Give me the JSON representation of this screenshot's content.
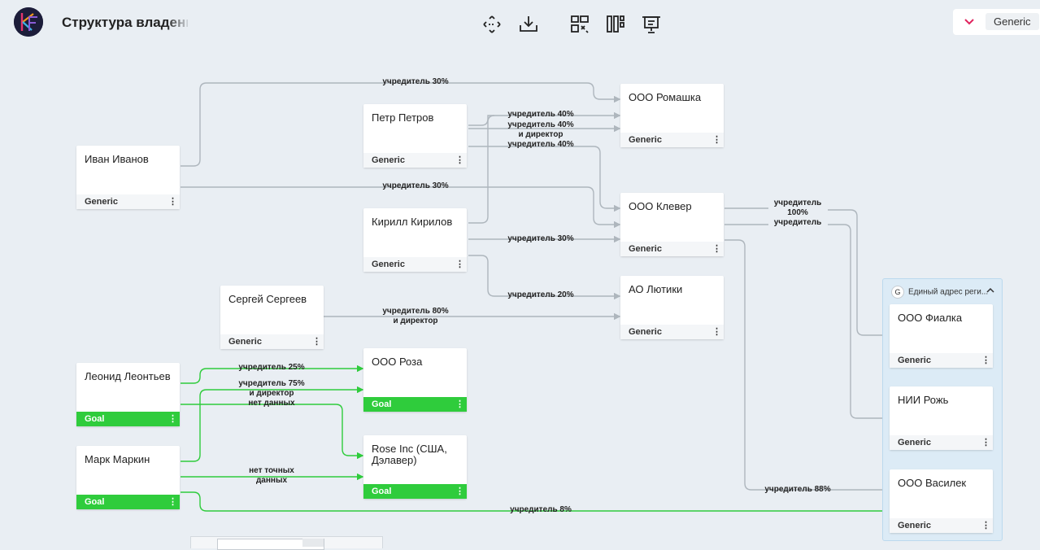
{
  "header": {
    "title": "Структура владения",
    "logo_icon": "kf-logo-icon",
    "tools": [
      "fit-view-icon",
      "download-icon",
      "layout-tree-icon",
      "layout-columns-icon",
      "presentation-icon"
    ],
    "dropdown": {
      "value": "Generic",
      "chevron_color": "#e0245e"
    }
  },
  "colors": {
    "edge_generic": "#aeb6bd",
    "edge_goal": "#2fcc3c",
    "goal_footer": "#2fcc3c",
    "background": "#e9eef3"
  },
  "nodes": [
    {
      "name": "Иван Иванов",
      "type": "Generic"
    },
    {
      "name": "Петр Петров",
      "type": "Generic"
    },
    {
      "name": "Кирилл Кирилов",
      "type": "Generic"
    },
    {
      "name": "Сергей Сергеев",
      "type": "Generic"
    },
    {
      "name": "Леонид Леонтьев",
      "type": "Goal"
    },
    {
      "name": "Марк Маркин",
      "type": "Goal"
    },
    {
      "name": "ООО Роза",
      "type": "Goal"
    },
    {
      "name": "Rose Inc (США, Дэлавер)",
      "type": "Goal"
    },
    {
      "name": "ООО Ромашка",
      "type": "Generic"
    },
    {
      "name": "ООО Клевер",
      "type": "Generic"
    },
    {
      "name": "АО Лютики",
      "type": "Generic"
    },
    {
      "name": "ООО Фиалка",
      "type": "Generic"
    },
    {
      "name": "НИИ Рожь",
      "type": "Generic"
    },
    {
      "name": "ООО Василек",
      "type": "Generic"
    }
  ],
  "group": {
    "badge": "G",
    "label": "Единый адрес реги..."
  },
  "edge_labels": [
    "учредитель 30%",
    "учредитель 40%",
    "учредитель 40%\nи директор",
    "учредитель 40%",
    "учредитель 30%",
    "учредитель 30%",
    "учредитель 20%",
    "учредитель 80%\nи директор",
    "учредитель\n100%",
    "учредитель",
    "учредитель 88%",
    "учредитель 25%",
    "учредитель 75%\nи директор",
    "нет данных",
    "нет точных\nданных",
    "учредитель 8%"
  ]
}
